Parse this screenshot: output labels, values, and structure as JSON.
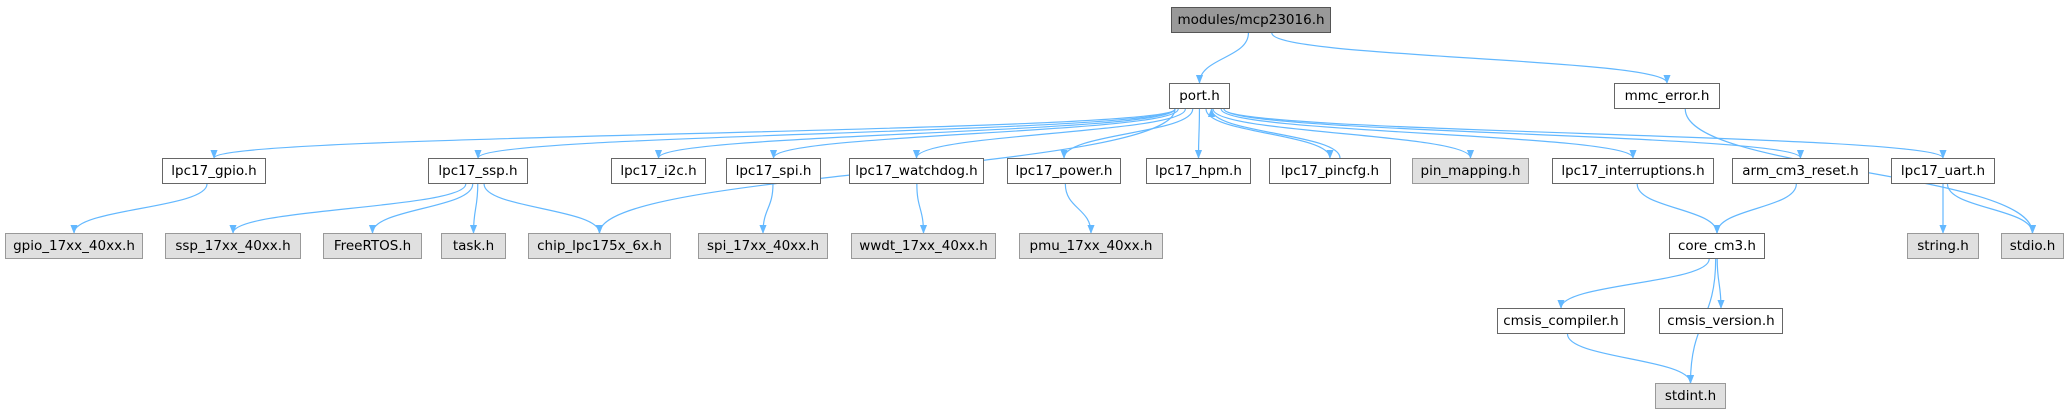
{
  "colors": {
    "edge": "#63b8ff",
    "focus_fill": "#999999",
    "external_fill": "#e0e0e0",
    "node_border": "#666666",
    "external_border": "#999999"
  },
  "nodes": {
    "root": "modules/mcp23016.h",
    "port": "port.h",
    "mmc_error": "mmc_error.h",
    "lpc17_gpio": "lpc17_gpio.h",
    "lpc17_ssp": "lpc17_ssp.h",
    "lpc17_i2c": "lpc17_i2c.h",
    "lpc17_spi": "lpc17_spi.h",
    "lpc17_watchdog": "lpc17_watchdog.h",
    "lpc17_power": "lpc17_power.h",
    "lpc17_hpm": "lpc17_hpm.h",
    "lpc17_pincfg": "lpc17_pincfg.h",
    "pin_mapping": "pin_mapping.h",
    "lpc17_interruptions": "lpc17_interruptions.h",
    "arm_cm3_reset": "arm_cm3_reset.h",
    "lpc17_uart": "lpc17_uart.h",
    "gpio_17xx": "gpio_17xx_40xx.h",
    "ssp_17xx": "ssp_17xx_40xx.h",
    "freertos": "FreeRTOS.h",
    "task": "task.h",
    "chip_lpc175x": "chip_lpc175x_6x.h",
    "spi_17xx": "spi_17xx_40xx.h",
    "wwdt_17xx": "wwdt_17xx_40xx.h",
    "pmu_17xx": "pmu_17xx_40xx.h",
    "core_cm3": "core_cm3.h",
    "string": "string.h",
    "stdio": "stdio.h",
    "cmsis_compiler": "cmsis_compiler.h",
    "cmsis_version": "cmsis_version.h",
    "stdint": "stdint.h"
  },
  "edges": [
    [
      "root",
      "port"
    ],
    [
      "root",
      "mmc_error"
    ],
    [
      "port",
      "lpc17_gpio"
    ],
    [
      "port",
      "lpc17_ssp"
    ],
    [
      "port",
      "chip_lpc175x"
    ],
    [
      "port",
      "lpc17_i2c"
    ],
    [
      "port",
      "lpc17_spi"
    ],
    [
      "port",
      "lpc17_watchdog"
    ],
    [
      "port",
      "lpc17_power"
    ],
    [
      "port",
      "lpc17_hpm"
    ],
    [
      "port",
      "lpc17_pincfg"
    ],
    [
      "port",
      "pin_mapping"
    ],
    [
      "port",
      "lpc17_interruptions"
    ],
    [
      "port",
      "arm_cm3_reset"
    ],
    [
      "port",
      "lpc17_uart"
    ],
    [
      "lpc17_pincfg",
      "port"
    ],
    [
      "mmc_error",
      "stdio"
    ],
    [
      "lpc17_gpio",
      "gpio_17xx"
    ],
    [
      "lpc17_ssp",
      "ssp_17xx"
    ],
    [
      "lpc17_ssp",
      "freertos"
    ],
    [
      "lpc17_ssp",
      "task"
    ],
    [
      "lpc17_ssp",
      "chip_lpc175x"
    ],
    [
      "lpc17_spi",
      "spi_17xx"
    ],
    [
      "lpc17_watchdog",
      "wwdt_17xx"
    ],
    [
      "lpc17_power",
      "pmu_17xx"
    ],
    [
      "lpc17_interruptions",
      "core_cm3"
    ],
    [
      "arm_cm3_reset",
      "core_cm3"
    ],
    [
      "lpc17_uart",
      "string"
    ],
    [
      "lpc17_uart",
      "stdio"
    ],
    [
      "core_cm3",
      "cmsis_compiler"
    ],
    [
      "core_cm3",
      "cmsis_version"
    ],
    [
      "core_cm3",
      "stdint"
    ],
    [
      "cmsis_compiler",
      "stdint"
    ]
  ]
}
